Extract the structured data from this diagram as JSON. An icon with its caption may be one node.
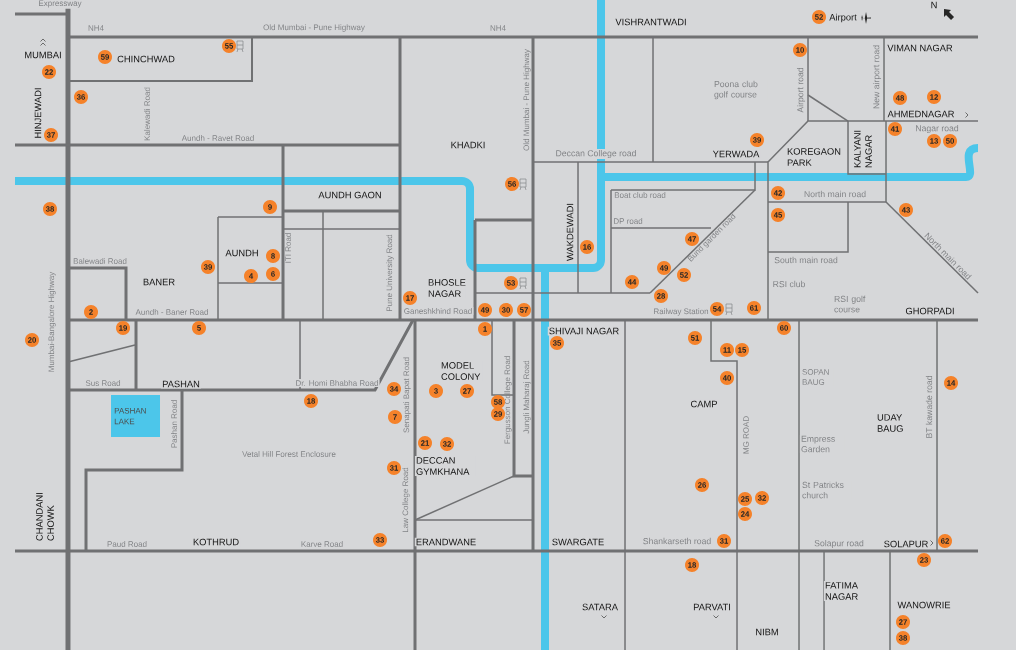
{
  "diagram": {
    "nodes": [
      {
        "text": [
          "52"
        ]
      },
      {
        "text": [
          "55"
        ]
      },
      {
        "text": [
          "10"
        ]
      },
      {
        "text": [
          "59"
        ]
      },
      {
        "text": [
          "22"
        ]
      },
      {
        "text": [
          "36"
        ]
      },
      {
        "text": [
          "12"
        ]
      },
      {
        "text": [
          "48"
        ]
      },
      {
        "text": [
          "41"
        ]
      },
      {
        "text": [
          "37"
        ]
      },
      {
        "text": [
          "39"
        ]
      },
      {
        "text": [
          "13"
        ]
      },
      {
        "text": [
          "50"
        ]
      },
      {
        "text": [
          "56"
        ]
      },
      {
        "text": [
          "42"
        ]
      },
      {
        "text": [
          "9"
        ]
      },
      {
        "text": [
          "38"
        ]
      },
      {
        "text": [
          "43"
        ]
      },
      {
        "text": [
          "45"
        ]
      },
      {
        "text": [
          "47"
        ]
      },
      {
        "text": [
          "16"
        ]
      },
      {
        "text": [
          "8"
        ]
      },
      {
        "text": [
          "39"
        ]
      },
      {
        "text": [
          "49"
        ]
      },
      {
        "text": [
          "6"
        ]
      },
      {
        "text": [
          "52"
        ]
      },
      {
        "text": [
          "4"
        ]
      },
      {
        "text": [
          "44"
        ]
      },
      {
        "text": [
          "53"
        ]
      },
      {
        "text": [
          "28"
        ]
      },
      {
        "text": [
          "17"
        ]
      },
      {
        "text": [
          "61"
        ]
      },
      {
        "text": [
          "54"
        ]
      },
      {
        "text": [
          "49"
        ]
      },
      {
        "text": [
          "30"
        ]
      },
      {
        "text": [
          "57"
        ]
      },
      {
        "text": [
          "2"
        ]
      },
      {
        "text": [
          "19"
        ]
      },
      {
        "text": [
          "5"
        ]
      },
      {
        "text": [
          "60"
        ]
      },
      {
        "text": [
          "1"
        ]
      },
      {
        "text": [
          "51"
        ]
      },
      {
        "text": [
          "20"
        ]
      },
      {
        "text": [
          "35"
        ]
      },
      {
        "text": [
          "11"
        ]
      },
      {
        "text": [
          "15"
        ]
      },
      {
        "text": [
          "40"
        ]
      },
      {
        "text": [
          "14"
        ]
      },
      {
        "text": [
          "34"
        ]
      },
      {
        "text": [
          "3"
        ]
      },
      {
        "text": [
          "27"
        ]
      },
      {
        "text": [
          "18"
        ]
      },
      {
        "text": [
          "58"
        ]
      },
      {
        "text": [
          "29"
        ]
      },
      {
        "text": [
          "7"
        ]
      },
      {
        "text": [
          "PASHAN LAKE"
        ]
      },
      {
        "text": [
          "21"
        ]
      },
      {
        "text": [
          "32"
        ]
      },
      {
        "text": [
          "31"
        ]
      },
      {
        "text": [
          "26"
        ]
      },
      {
        "text": [
          "32"
        ]
      },
      {
        "text": [
          "25"
        ]
      },
      {
        "text": [
          "24"
        ]
      },
      {
        "text": [
          "33"
        ]
      },
      {
        "text": [
          "31"
        ]
      },
      {
        "text": [
          "62"
        ]
      },
      {
        "text": [
          "23"
        ]
      },
      {
        "text": [
          "18"
        ]
      },
      {
        "text": [
          "27"
        ]
      },
      {
        "text": [
          "38"
        ]
      }
    ],
    "labels": [
      "Expressway",
      "NH4",
      "Old Mumbai - Pune Highway",
      "NH4",
      "VISHRANTWADI",
      "Airport",
      "N",
      "MUMBAI",
      "CHINCHWAD",
      "HINJEWADI",
      "Kalewadi Road",
      "Aundh - Ravet Road",
      "VIMAN NAGAR",
      "Poona club golf course",
      "Airport road",
      "New airport road",
      "AHMEDNAGAR",
      "Nagar road",
      "KHADKI",
      "Old Mumbai - Pune Highway",
      "Deccan College road",
      "YERWADA",
      "KOREGAON PARK",
      "KALYANI NAGAR",
      "AUNDH GAON",
      "Boat club road",
      "North main road",
      "DP road",
      "WAKDEWADI",
      "Bund garden road",
      "North main road",
      "ITI Road",
      "Pune University Road",
      "AUNDH",
      "Balewadi Road",
      "BANER",
      "Mumbai-Bangalore Highway",
      "BHOSLE NAGAR",
      "Aundh - Baner Road",
      "Ganeshkhind Road",
      "South main road",
      "RSI club",
      "RSI golf course",
      "Railway Station",
      "GHORPADI",
      "SHIVAJI NAGAR",
      "MODEL COLONY",
      "Sus Road",
      "PASHAN",
      "Dr. Homi Bhabha Road",
      "Senapati Bapat Road",
      "Fergusson College Road",
      "Jungli Maharaj Road",
      "SOPAN BAUG",
      "CAMP",
      "MG ROAD",
      "BT kawade road",
      "UDAY BAUG",
      "Pashan Road",
      "Vetal Hill Forest Enclosure",
      "Empress Garden",
      "DECCAN GYMKHANA",
      "Law College Road",
      "St Patricks church",
      "CHANDANI CHOWK",
      "Paud Road",
      "KOTHRUD",
      "Karve Road",
      "ERANDWANE",
      "SWARGATE",
      "Shankarseth road",
      "Solapur road",
      "SOLAPUR",
      "SATARA",
      "PARVATI",
      "FATIMA NAGAR",
      "WANOWRIE",
      "NIBM"
    ]
  }
}
